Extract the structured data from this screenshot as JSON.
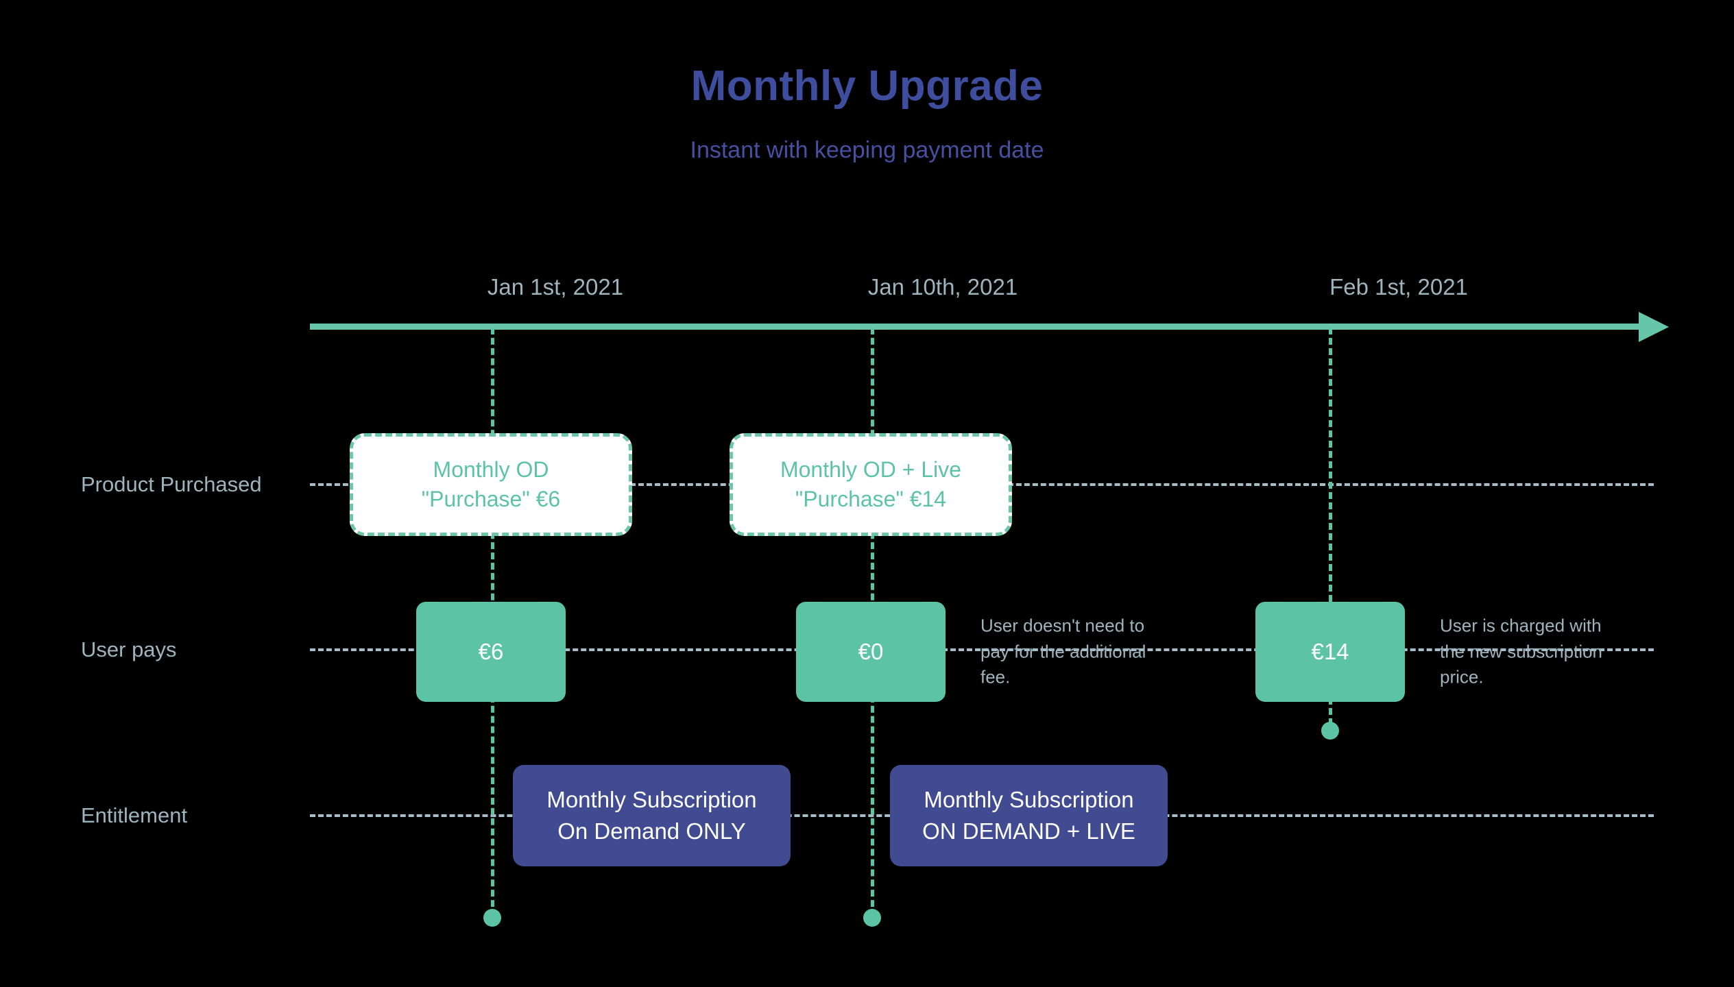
{
  "header": {
    "title": "Monthly Upgrade",
    "subtitle": "Instant with keeping payment date"
  },
  "colors": {
    "background": "#000000",
    "title": "#3f4d9e",
    "subtitle": "#4650a0",
    "accent_teal": "#5cc4a5",
    "axis_teal": "#66c6a8",
    "muted_text": "#9db4bf",
    "dashed_guide": "#a8bdc7",
    "entitlement_purple": "#414b91",
    "card_background": "#ffffff"
  },
  "timeline": {
    "axis_label": "time-axis",
    "arrow_icon": "arrow-right-icon",
    "milestones": [
      {
        "id": "jan-1",
        "date": "Jan 1st, 2021"
      },
      {
        "id": "jan-10",
        "date": "Jan 10th, 2021"
      },
      {
        "id": "feb-1",
        "date": "Feb 1st, 2021"
      }
    ]
  },
  "rows": [
    {
      "id": "product-purchased",
      "label": "Product Purchased"
    },
    {
      "id": "user-pays",
      "label": "User pays"
    },
    {
      "id": "entitlement",
      "label": "Entitlement"
    }
  ],
  "product_cards": [
    {
      "id": "product-card-jan-1",
      "line1": "Monthly OD",
      "line2": "\"Purchase\" €6"
    },
    {
      "id": "product-card-jan-10",
      "line1": "Monthly OD + Live",
      "line2": "\"Purchase\" €14"
    }
  ],
  "payments": [
    {
      "id": "payment-jan-1",
      "amount": "€6"
    },
    {
      "id": "payment-jan-10",
      "amount": "€0"
    },
    {
      "id": "payment-feb-1",
      "amount": "€14"
    }
  ],
  "entitlements": [
    {
      "id": "entitlement-od-only",
      "line1": "Monthly Subscription",
      "line2": "On Demand ONLY"
    },
    {
      "id": "entitlement-od-live",
      "line1": "Monthly Subscription",
      "line2": "ON DEMAND + LIVE"
    }
  ],
  "annotations": [
    {
      "id": "annotation-no-additional-fee",
      "text": "User doesn't need to pay for the additional fee."
    },
    {
      "id": "annotation-new-subscription-price",
      "text": "User is charged with the new subscription price."
    }
  ]
}
